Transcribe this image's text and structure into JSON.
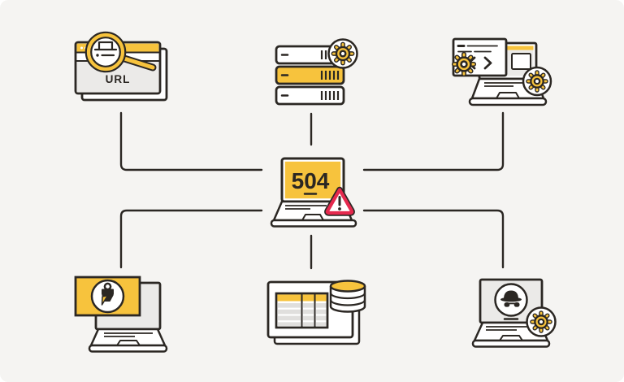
{
  "colors": {
    "bg": "#F5F4F2",
    "ink": "#2B2723",
    "accent": "#F7C33D",
    "alert": "#E5294E",
    "panel": "#EBEAE8",
    "cell": "#E0DFDD",
    "white": "#FFFFFF"
  },
  "diagram": {
    "center_node": {
      "error_code": "504",
      "icon": "laptop-error-warning"
    },
    "nodes": [
      {
        "id": "browser-url",
        "label": "URL",
        "icon": "browser-window-with-magnifier"
      },
      {
        "id": "server-stack",
        "icon": "server-rack-with-gear"
      },
      {
        "id": "developer-laptop",
        "icon": "laptop-with-code-window-and-gear"
      },
      {
        "id": "design-laptop",
        "icon": "laptop-with-paintbrush-panel"
      },
      {
        "id": "database-spreadsheet",
        "icon": "spreadsheet-window-with-database"
      },
      {
        "id": "privacy-laptop",
        "icon": "laptop-with-incognito-and-gear"
      }
    ]
  }
}
